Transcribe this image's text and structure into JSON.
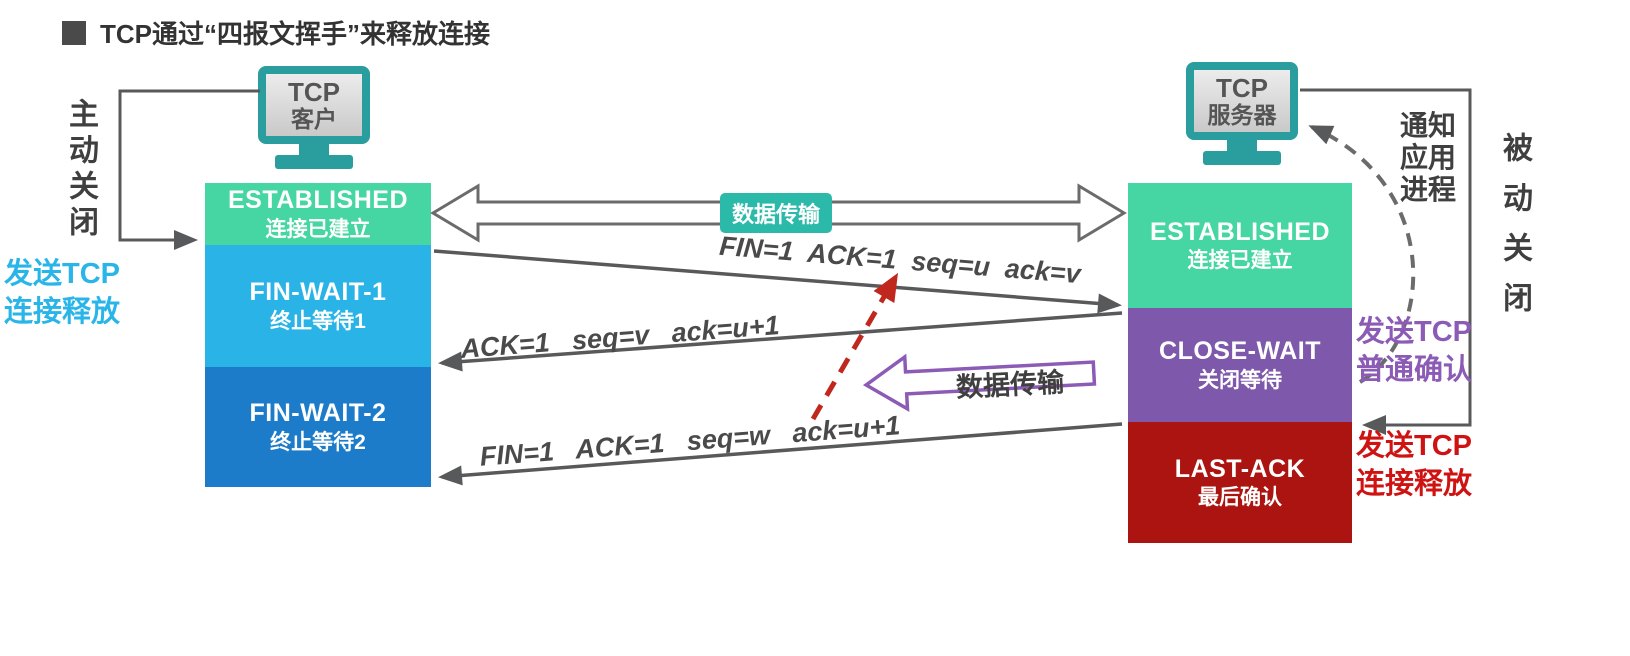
{
  "title": "TCP通过“四报文挥手”来释放连接",
  "data_transfer_top": {
    "label": "数据传输",
    "color": "#2bb9a9"
  },
  "data_transfer_mid": {
    "label": "数据传输",
    "border_color": "#8b5bb5"
  },
  "client": {
    "device": {
      "line1": "TCP",
      "line2": "客户"
    },
    "side_label": "主动关闭",
    "release_label": {
      "line1": "发送TCP",
      "line2": "连接释放",
      "color": "#29b5e8"
    },
    "states": [
      {
        "name": "ESTABLISHED",
        "label": "连接已建立",
        "color": "#45d6a3"
      },
      {
        "name": "FIN-WAIT-1",
        "label": "终止等待1",
        "color": "#29b3e6"
      },
      {
        "name": "FIN-WAIT-2",
        "label": "终止等待2",
        "color": "#1d7cc9"
      }
    ]
  },
  "server": {
    "device": {
      "line1": "TCP",
      "line2": "服务器"
    },
    "side_label": "被动关闭",
    "notify_label": {
      "line1": "通知",
      "line2": "应用",
      "line3": "进程"
    },
    "ack_label": {
      "line1": "发送TCP",
      "line2": "普通确认",
      "color": "#8b5bb5"
    },
    "release_label": {
      "line1": "发送TCP",
      "line2": "连接释放",
      "color": "#cf1313"
    },
    "states": [
      {
        "name": "ESTABLISHED",
        "label": "连接已建立",
        "color": "#45d6a3"
      },
      {
        "name": "CLOSE-WAIT",
        "label": "关闭等待",
        "color": "#7d58ab"
      },
      {
        "name": "LAST-ACK",
        "label": "最后确认",
        "color": "#ab1410"
      }
    ]
  },
  "messages": [
    {
      "label": "FIN=1  ACK=1  seq=u  ack=v"
    },
    {
      "label": "ACK=1   seq=v   ack=u+1"
    },
    {
      "label": "FIN=1   ACK=1   seq=w   ack=u+1"
    }
  ]
}
